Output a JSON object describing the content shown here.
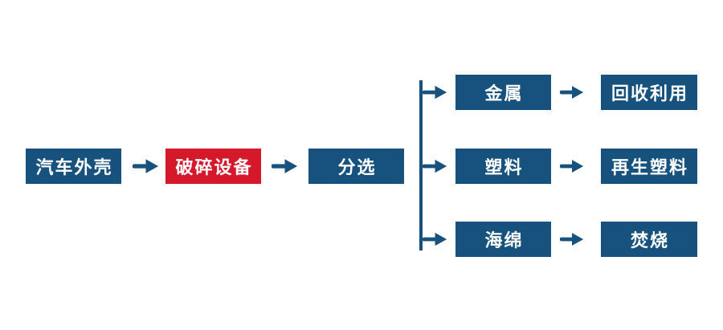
{
  "colors": {
    "primary_blue": "#16527D",
    "accent_red": "#D5192B",
    "background": "#FFFFFF",
    "box_text": "#FFFFFF"
  },
  "diagram": {
    "type": "flowchart",
    "direction": "left-to-right",
    "main_flow": [
      {
        "label": "汽车外壳",
        "style": "blue"
      },
      {
        "label": "破碎设备",
        "style": "red"
      },
      {
        "label": "分选",
        "style": "blue"
      }
    ],
    "branches": [
      {
        "material": "金属",
        "result": "回收利用"
      },
      {
        "material": "塑料",
        "result": "再生塑料"
      },
      {
        "material": "海绵",
        "result": "焚烧"
      }
    ],
    "icons": {
      "arrow": "arrow-right-icon"
    }
  }
}
